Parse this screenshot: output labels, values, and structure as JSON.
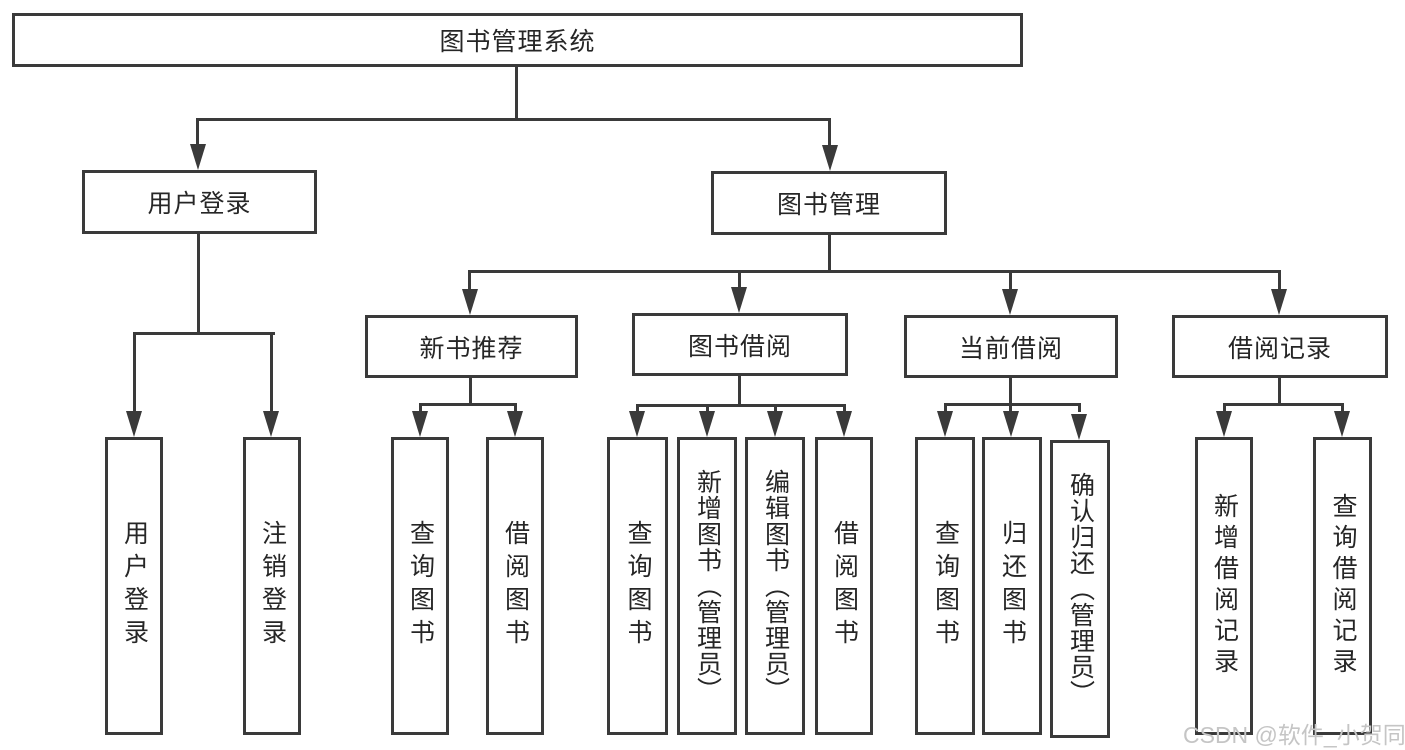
{
  "diagram": {
    "root": {
      "label": "图书管理系统"
    },
    "branches": [
      {
        "label": "用户登录",
        "children": [
          {
            "label": "用户登录"
          },
          {
            "label": "注销登录"
          }
        ]
      },
      {
        "label": "图书管理",
        "children": [
          {
            "label": "新书推荐",
            "children": [
              {
                "label": "查询图书"
              },
              {
                "label": "借阅图书"
              }
            ]
          },
          {
            "label": "图书借阅",
            "children": [
              {
                "label": "查询图书"
              },
              {
                "label": "新增图书（管理员）"
              },
              {
                "label": "编辑图书（管理员）"
              },
              {
                "label": "借阅图书"
              }
            ]
          },
          {
            "label": "当前借阅",
            "children": [
              {
                "label": "查询图书"
              },
              {
                "label": "归还图书"
              },
              {
                "label": "确认归还（管理员）"
              }
            ]
          },
          {
            "label": "借阅记录",
            "children": [
              {
                "label": "新增借阅记录"
              },
              {
                "label": "查询借阅记录"
              }
            ]
          }
        ]
      }
    ]
  },
  "watermark": {
    "text": "CSDN @软件_小贺同学"
  },
  "colors": {
    "line": "#3a3a3a",
    "text": "#262626",
    "box_background": "#ffffff",
    "page_background": "#ffffff",
    "watermark": "#c5c5c5"
  }
}
